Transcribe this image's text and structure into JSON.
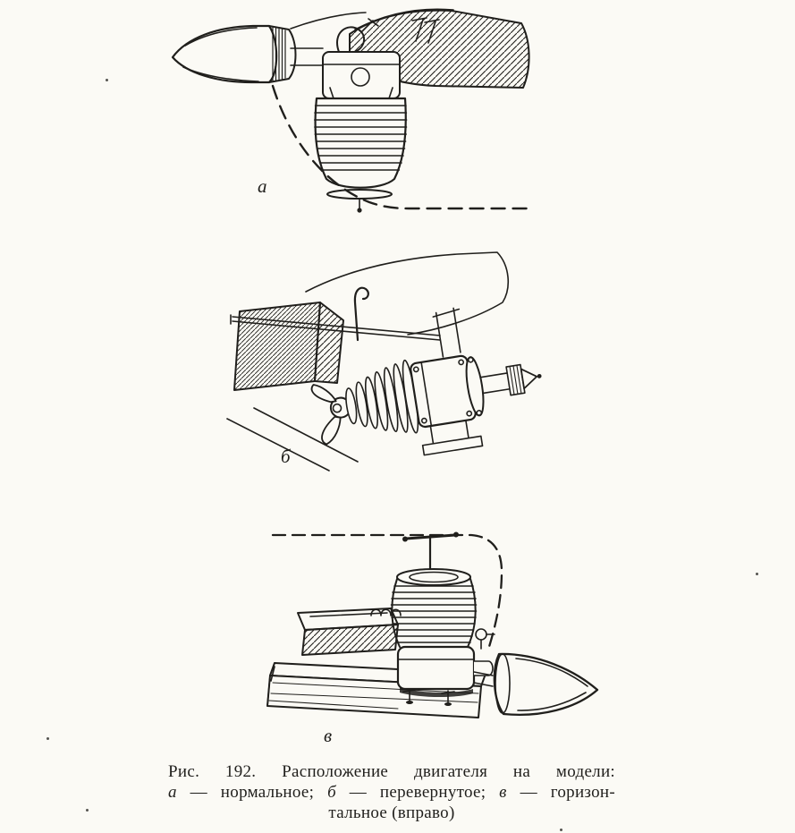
{
  "page": {
    "paper_color": "#fbfaf5",
    "ink_color": "#201f1c"
  },
  "figure_labels": {
    "a": "а",
    "b": "б",
    "v": "в"
  },
  "caption": {
    "line1": "Рис. 192. Расположение двигателя на модели:",
    "line2": [
      {
        "t": "а"
      },
      {
        "t": " — нормальное; "
      },
      {
        "t": "б"
      },
      {
        "t": " — перевернутое; "
      },
      {
        "t": "в"
      },
      {
        "t": " — горизон-"
      }
    ],
    "line3": "тальное (вправо)"
  },
  "illustrations": [
    {
      "key": "a",
      "label": "а",
      "subject": "engine upright under fuselage nose, spinner cone at left, dashed fuselage outline"
    },
    {
      "key": "b",
      "label": "б",
      "subject": "engine inverted on wing leading edge with small spinner at right"
    },
    {
      "key": "v",
      "label": "в",
      "subject": "engine horizontal (turned right) on wooden beam, spinner cone pointing right"
    }
  ]
}
